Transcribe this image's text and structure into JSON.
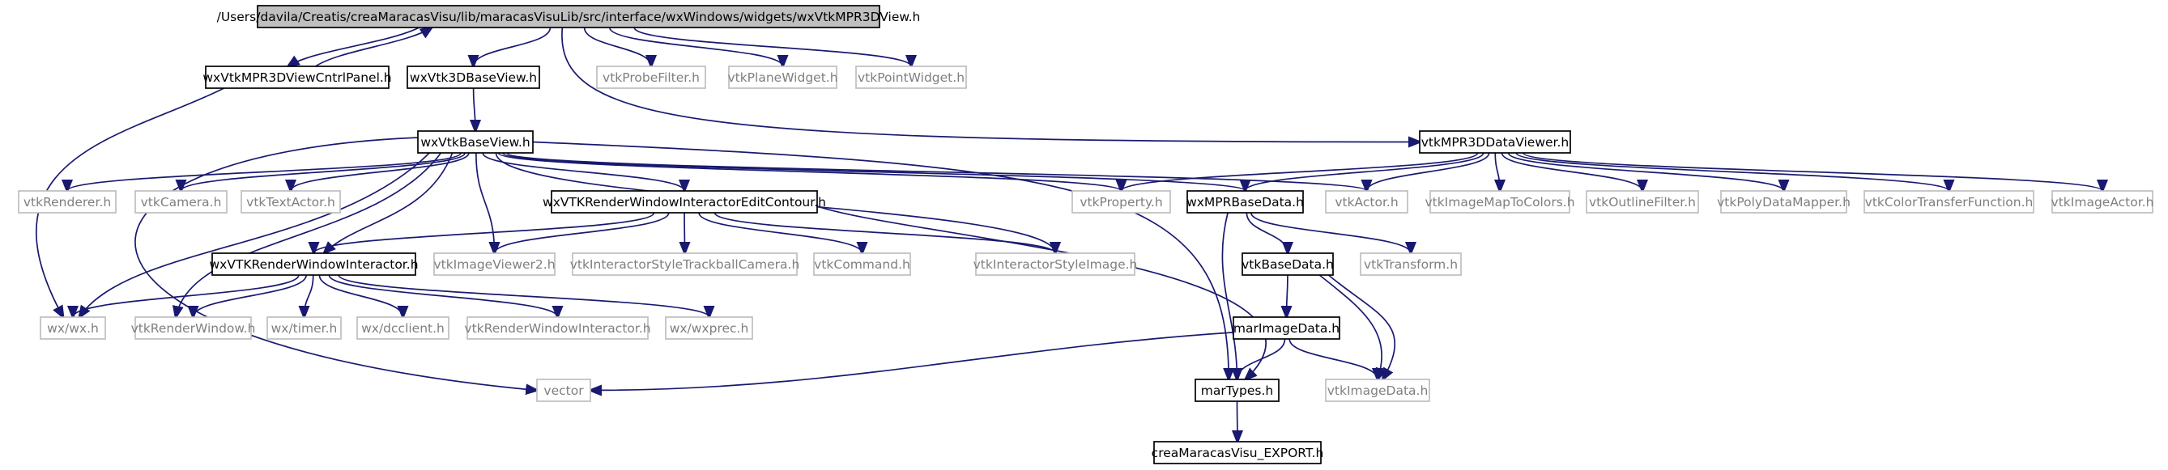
{
  "diagram": {
    "type": "include-dependency-graph",
    "edge_color": "#191970",
    "colors": {
      "root_fill": "#bfbfbf",
      "internal_border": "#000000",
      "external_border": "#bfbfbf",
      "external_text": "#7f7f7f"
    },
    "nodes": [
      {
        "id": "root",
        "label": "/Users/davila/Creatis/creaMaracasVisu/lib/maracasVisuLib/src/interface/wxWindows/widgets/wxVtkMPR3DView.h",
        "kind": "root"
      },
      {
        "id": "cntrl",
        "label": "wxVtkMPR3DViewCntrlPanel.h",
        "kind": "internal"
      },
      {
        "id": "base3d",
        "label": "wxVtk3DBaseView.h",
        "kind": "internal"
      },
      {
        "id": "probe",
        "label": "vtkProbeFilter.h",
        "kind": "external"
      },
      {
        "id": "plane",
        "label": "vtkPlaneWidget.h",
        "kind": "external"
      },
      {
        "id": "point",
        "label": "vtkPointWidget.h",
        "kind": "external"
      },
      {
        "id": "basev",
        "label": "wxVtkBaseView.h",
        "kind": "internal"
      },
      {
        "id": "mprdv",
        "label": "vtkMPR3DDataViewer.h",
        "kind": "internal"
      },
      {
        "id": "renderer",
        "label": "vtkRenderer.h",
        "kind": "external"
      },
      {
        "id": "camera",
        "label": "vtkCamera.h",
        "kind": "external"
      },
      {
        "id": "textactor",
        "label": "vtkTextActor.h",
        "kind": "external"
      },
      {
        "id": "editcontour",
        "label": "wxVTKRenderWindowInteractorEditContour.h",
        "kind": "internal"
      },
      {
        "id": "property",
        "label": "vtkProperty.h",
        "kind": "external"
      },
      {
        "id": "mprbase",
        "label": "wxMPRBaseData.h",
        "kind": "internal"
      },
      {
        "id": "actor",
        "label": "vtkActor.h",
        "kind": "external"
      },
      {
        "id": "imagemap",
        "label": "vtkImageMapToColors.h",
        "kind": "external"
      },
      {
        "id": "outline",
        "label": "vtkOutlineFilter.h",
        "kind": "external"
      },
      {
        "id": "polymapper",
        "label": "vtkPolyDataMapper.h",
        "kind": "external"
      },
      {
        "id": "colortf",
        "label": "vtkColorTransferFunction.h",
        "kind": "external"
      },
      {
        "id": "imageactor",
        "label": "vtkImageActor.h",
        "kind": "external"
      },
      {
        "id": "rwi",
        "label": "wxVTKRenderWindowInteractor.h",
        "kind": "internal"
      },
      {
        "id": "viewer2",
        "label": "vtkImageViewer2.h",
        "kind": "external"
      },
      {
        "id": "trackball",
        "label": "vtkInteractorStyleTrackballCamera.h",
        "kind": "external"
      },
      {
        "id": "command",
        "label": "vtkCommand.h",
        "kind": "external"
      },
      {
        "id": "styleimage",
        "label": "vtkInteractorStyleImage.h",
        "kind": "external"
      },
      {
        "id": "basedata",
        "label": "vtkBaseData.h",
        "kind": "internal"
      },
      {
        "id": "transform",
        "label": "vtkTransform.h",
        "kind": "external"
      },
      {
        "id": "wxwx",
        "label": "wx/wx.h",
        "kind": "external"
      },
      {
        "id": "renderwindow",
        "label": "vtkRenderWindow.h",
        "kind": "external"
      },
      {
        "id": "timer",
        "label": "wx/timer.h",
        "kind": "external"
      },
      {
        "id": "dcclient",
        "label": "wx/dcclient.h",
        "kind": "external"
      },
      {
        "id": "vtkrwi",
        "label": "vtkRenderWindowInteractor.h",
        "kind": "external"
      },
      {
        "id": "wxprec",
        "label": "wx/wxprec.h",
        "kind": "external"
      },
      {
        "id": "marimage",
        "label": "marImageData.h",
        "kind": "internal"
      },
      {
        "id": "vector",
        "label": "vector",
        "kind": "external"
      },
      {
        "id": "martypes",
        "label": "marTypes.h",
        "kind": "internal"
      },
      {
        "id": "imagedata",
        "label": "vtkImageData.h",
        "kind": "external"
      },
      {
        "id": "export",
        "label": "creaMaracasVisu_EXPORT.h",
        "kind": "internal"
      }
    ],
    "edges": [
      [
        "root",
        "cntrl"
      ],
      [
        "cntrl",
        "root"
      ],
      [
        "root",
        "base3d"
      ],
      [
        "root",
        "probe"
      ],
      [
        "root",
        "plane"
      ],
      [
        "root",
        "point"
      ],
      [
        "root",
        "mprdv"
      ],
      [
        "cntrl",
        "wxwx"
      ],
      [
        "base3d",
        "basev"
      ],
      [
        "basev",
        "renderer"
      ],
      [
        "basev",
        "camera"
      ],
      [
        "basev",
        "textactor"
      ],
      [
        "basev",
        "editcontour"
      ],
      [
        "basev",
        "property"
      ],
      [
        "basev",
        "mprbase"
      ],
      [
        "basev",
        "actor"
      ],
      [
        "basev",
        "rwi"
      ],
      [
        "basev",
        "viewer2"
      ],
      [
        "basev",
        "styleimage"
      ],
      [
        "basev",
        "wxwx"
      ],
      [
        "basev",
        "renderwindow"
      ],
      [
        "basev",
        "vector"
      ],
      [
        "basev",
        "martypes"
      ],
      [
        "mprdv",
        "property"
      ],
      [
        "mprdv",
        "mprbase"
      ],
      [
        "mprdv",
        "actor"
      ],
      [
        "mprdv",
        "imagemap"
      ],
      [
        "mprdv",
        "outline"
      ],
      [
        "mprdv",
        "polymapper"
      ],
      [
        "mprdv",
        "colortf"
      ],
      [
        "mprdv",
        "imageactor"
      ],
      [
        "editcontour",
        "rwi"
      ],
      [
        "editcontour",
        "viewer2"
      ],
      [
        "editcontour",
        "trackball"
      ],
      [
        "editcontour",
        "command"
      ],
      [
        "editcontour",
        "styleimage"
      ],
      [
        "editcontour",
        "martypes"
      ],
      [
        "rwi",
        "wxwx"
      ],
      [
        "rwi",
        "renderwindow"
      ],
      [
        "rwi",
        "timer"
      ],
      [
        "rwi",
        "dcclient"
      ],
      [
        "rwi",
        "vtkrwi"
      ],
      [
        "rwi",
        "wxprec"
      ],
      [
        "mprbase",
        "basedata"
      ],
      [
        "mprbase",
        "transform"
      ],
      [
        "mprbase",
        "martypes"
      ],
      [
        "basedata",
        "marimage"
      ],
      [
        "basedata",
        "imagedata"
      ],
      [
        "basedata",
        "imagedata"
      ],
      [
        "marimage",
        "vector"
      ],
      [
        "marimage",
        "martypes"
      ],
      [
        "marimage",
        "imagedata"
      ],
      [
        "martypes",
        "export"
      ]
    ]
  }
}
